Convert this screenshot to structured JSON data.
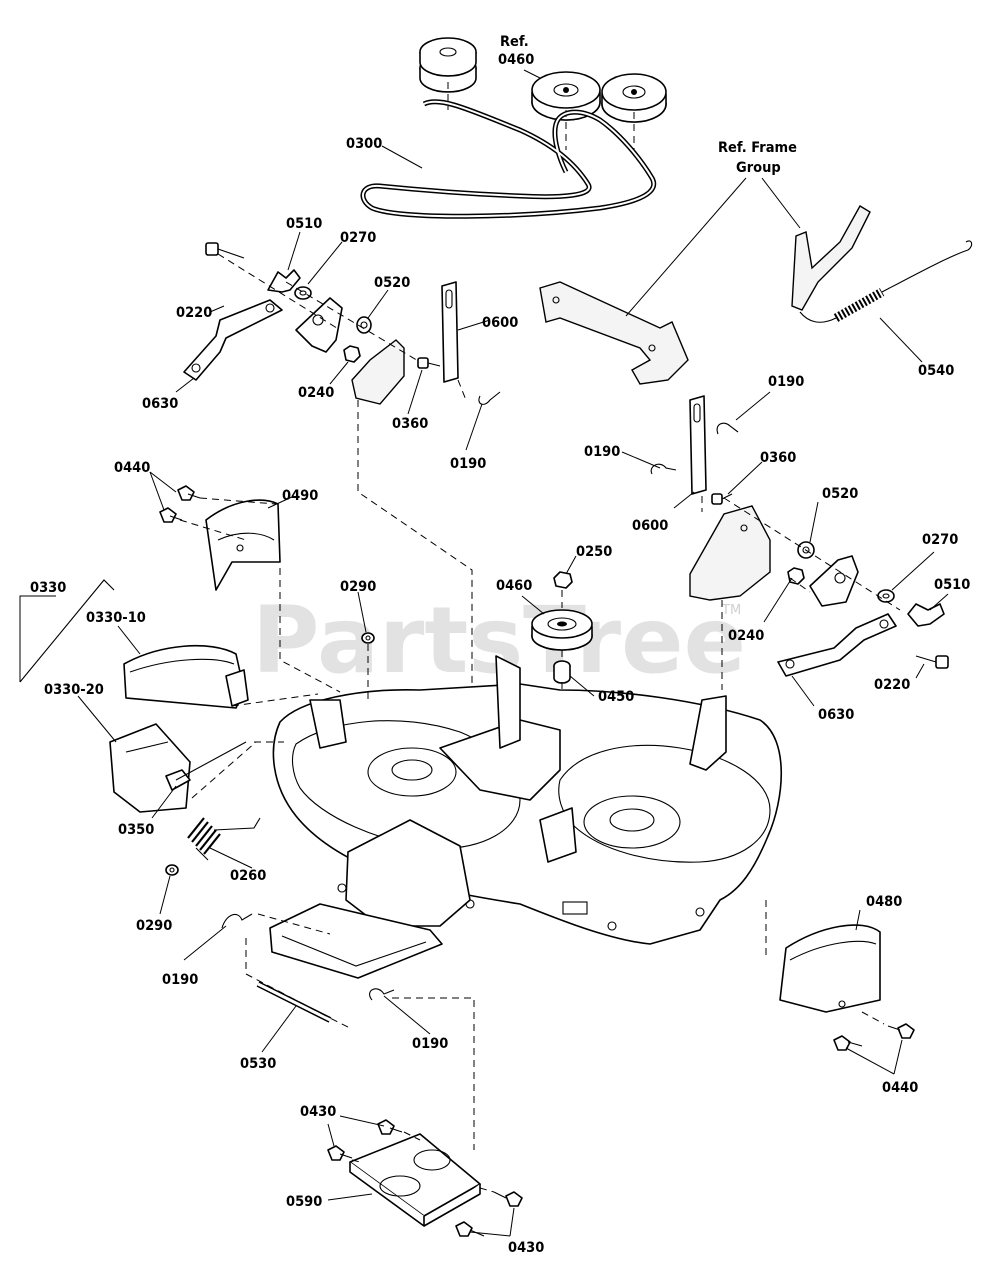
{
  "watermark": {
    "text": "PartsTree",
    "trademark": "TM"
  },
  "labels": {
    "ref_0460_a": "Ref.",
    "ref_0460_b": "0460",
    "belt_0300": "0300",
    "ref_frame_a": "Ref. Frame",
    "ref_frame_b": "Group",
    "l_0510_left": "0510",
    "l_0270_left": "0270",
    "l_0520_left": "0520",
    "l_0600_top": "0600",
    "l_0220_left": "0220",
    "l_0630_left": "0630",
    "l_0240_left": "0240",
    "l_0360_left": "0360",
    "l_0190_top": "0190",
    "l_0540": "0540",
    "l_0190_right_a": "0190",
    "l_0190_right_b": "0190",
    "l_0360_right": "0360",
    "l_0600_right": "0600",
    "l_0440_top": "0440",
    "l_0490": "0490",
    "l_0290_center": "0290",
    "l_0250": "0250",
    "l_0460_center": "0460",
    "l_0520_right": "0520",
    "l_0270_right": "0270",
    "l_0510_right": "0510",
    "l_0240_right": "0240",
    "l_0220_right": "0220",
    "l_0630_right": "0630",
    "l_0450": "0450",
    "l_0330": "0330",
    "l_0330_10": "0330-10",
    "l_0330_20": "0330-20",
    "l_0350": "0350",
    "l_0260": "0260",
    "l_0290_left": "0290",
    "l_0190_bottom_left": "0190",
    "l_0190_bottom_right": "0190",
    "l_0530": "0530",
    "l_0480": "0480",
    "l_0440_bottom": "0440",
    "l_0430_top": "0430",
    "l_0590": "0590",
    "l_0430_bottom": "0430"
  }
}
